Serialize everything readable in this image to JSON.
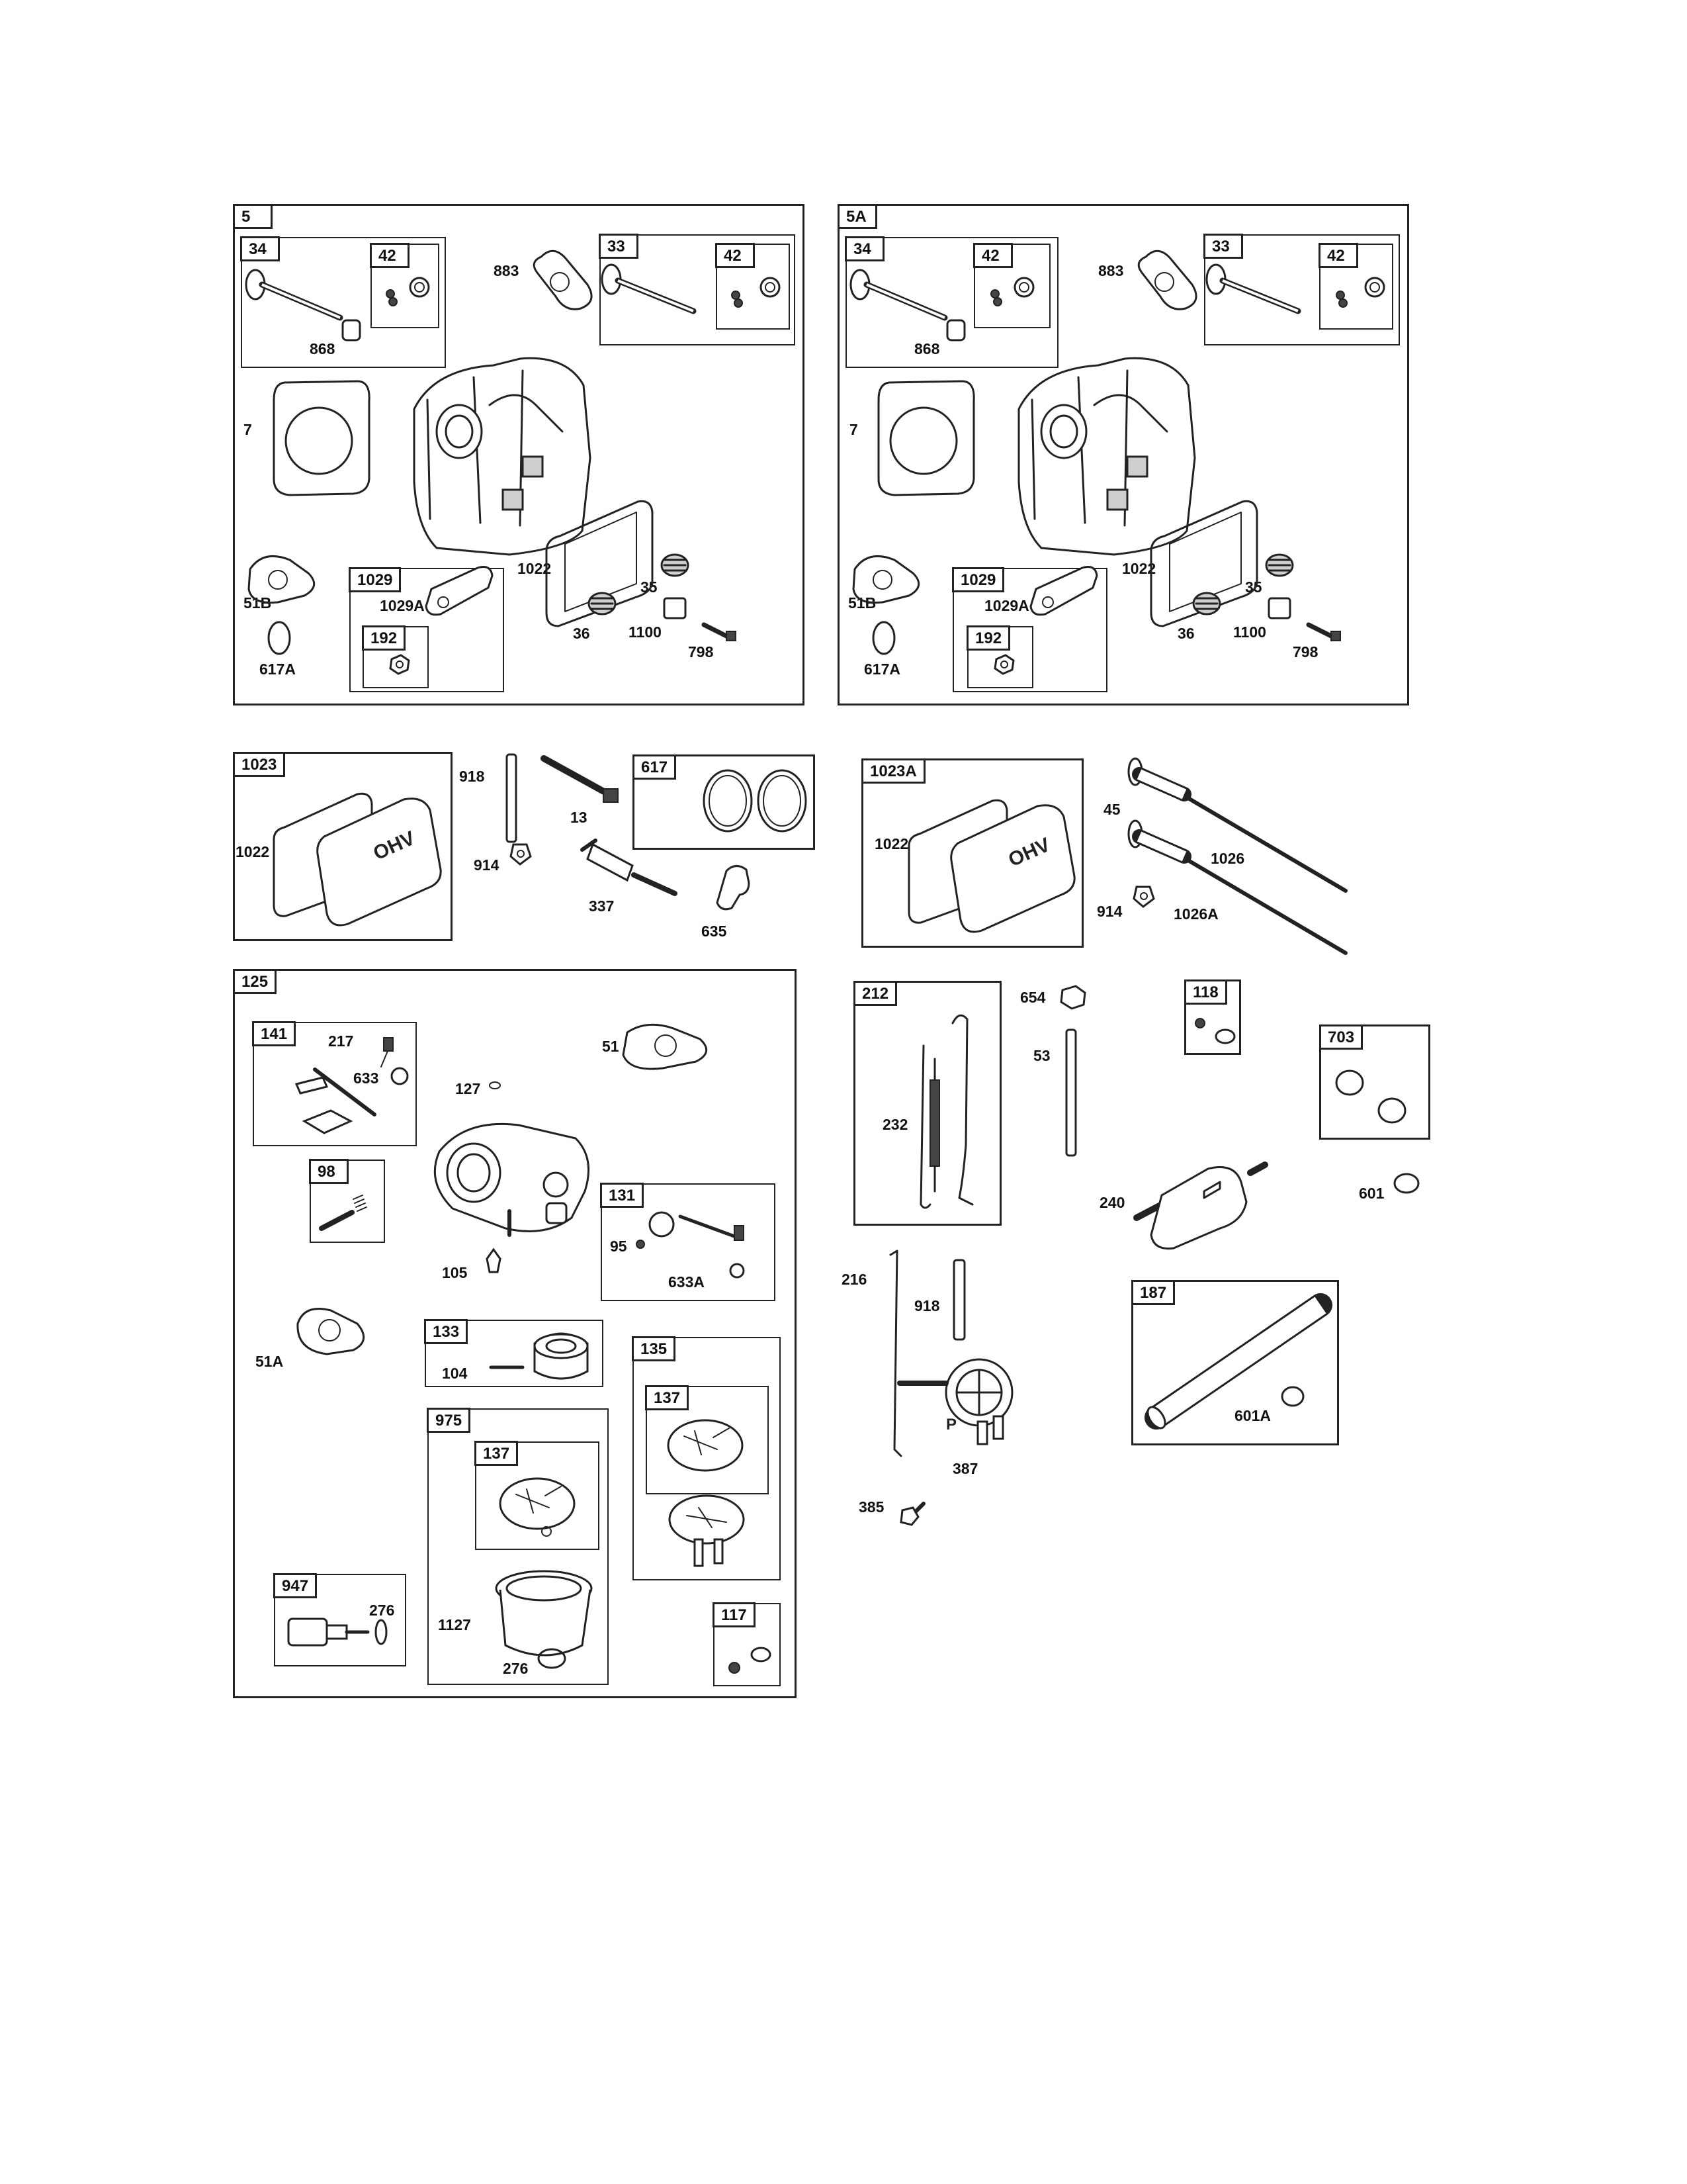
{
  "groups": {
    "g5": {
      "tag": "5"
    },
    "g5a": {
      "tag": "5A"
    },
    "g1023": {
      "tag": "1023"
    },
    "g617": {
      "tag": "617"
    },
    "g1023a": {
      "tag": "1023A"
    },
    "g125": {
      "tag": "125"
    },
    "g212": {
      "tag": "212"
    },
    "g118": {
      "tag": "118"
    },
    "g703": {
      "tag": "703"
    },
    "g187": {
      "tag": "187"
    }
  },
  "panel5": {
    "sub34": "34",
    "sub42a": "42",
    "sub33": "33",
    "sub42b": "42",
    "sub1029": "1029",
    "sub192": "192",
    "l868": "868",
    "l883": "883",
    "l7": "7",
    "l1022": "1022",
    "l35": "35",
    "l36": "36",
    "l1100": "1100",
    "l798": "798",
    "l51b": "51B",
    "l617a": "617A",
    "l1029a": "1029A"
  },
  "panel5a": {
    "sub34": "34",
    "sub42a": "42",
    "sub33": "33",
    "sub42b": "42",
    "sub1029": "1029",
    "sub192": "192",
    "l868": "868",
    "l883": "883",
    "l7": "7",
    "l1022": "1022",
    "l35": "35",
    "l36": "36",
    "l1100": "1100",
    "l798": "798",
    "l51b": "51B",
    "l617a": "617A",
    "l1029a": "1029A"
  },
  "row2": {
    "l1022a": "1022",
    "l918": "918",
    "l13": "13",
    "l914": "914",
    "l337": "337",
    "l635": "635",
    "l1022b": "1022",
    "l45": "45",
    "l1026": "1026",
    "l914b": "914",
    "l1026a": "1026A",
    "cover_text": "OHV"
  },
  "panel125": {
    "sub141": "141",
    "sub98": "98",
    "sub131": "131",
    "sub133": "133",
    "sub135": "135",
    "sub137a": "137",
    "sub975": "975",
    "sub137b": "137",
    "sub947": "947",
    "sub117": "117",
    "l217": "217",
    "l633": "633",
    "l127": "127",
    "l51": "51",
    "l105": "105",
    "l95": "95",
    "l633a": "633A",
    "l51a": "51A",
    "l104": "104",
    "l1127": "1127",
    "l276a": "276",
    "l276b": "276"
  },
  "right": {
    "l654": "654",
    "l53": "53",
    "l232": "232",
    "l240": "240",
    "l601": "601",
    "l216": "216",
    "l918": "918",
    "l387": "387",
    "l385": "385",
    "l601a": "601A",
    "pump_letter": "P"
  }
}
